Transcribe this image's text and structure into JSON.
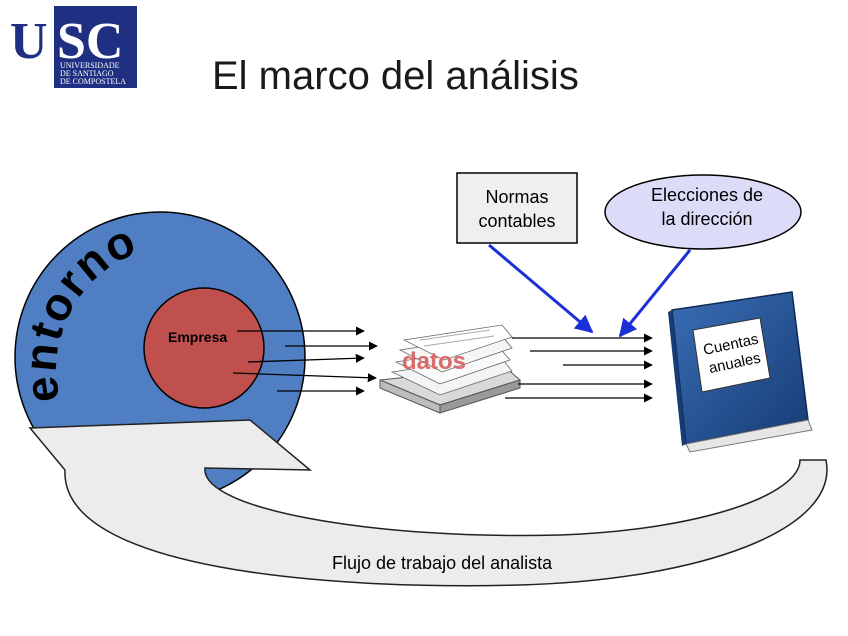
{
  "logo": {
    "letters": "USC",
    "line1": "UNIVERSIDADE",
    "line2": "DE SANTIAGO",
    "line3": "DE COMPOSTELA",
    "color": "#1f2f82"
  },
  "slide": {
    "title": "El marco del análisis"
  },
  "diagram": {
    "entorno_label": "entorno",
    "empresa_label": "Empresa",
    "datos_label": "datos",
    "normas_line1": "Normas",
    "normas_line2": "contables",
    "elecciones_line1": "Elecciones de",
    "elecciones_line2": "la dirección",
    "cuentas_line1": "Cuentas",
    "cuentas_line2": "anuales",
    "flujo_label": "Flujo de trabajo del analista",
    "colors": {
      "entorno": "#4f7fc2",
      "empresa": "#c0504d",
      "arrow_blue": "#1a2fd6",
      "elecciones_fill": "#dcdcf8",
      "normas_fill": "#efefef",
      "book": "#1f4f8f",
      "flow": "#ececec"
    }
  }
}
